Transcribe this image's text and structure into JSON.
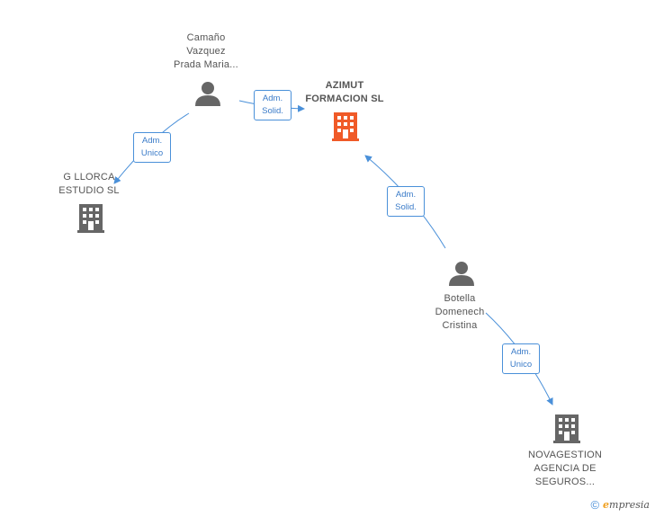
{
  "nodes": {
    "main_company": {
      "label": "AZIMUT\nFORMACION SL",
      "type": "company",
      "color": "#f05a28"
    },
    "person_camano": {
      "label": "Camaño\nVazquez\nPrada Maria...",
      "type": "person"
    },
    "company_llorca": {
      "label": "G LLORCA\nESTUDIO SL",
      "type": "company"
    },
    "person_botella": {
      "label": "Botella\nDomenech\nCristina",
      "type": "person"
    },
    "company_novagestion": {
      "label": "NOVAGESTION\nAGENCIA DE\nSEGUROS...",
      "type": "company"
    }
  },
  "edges": {
    "camano_to_azimut": {
      "label": "Adm.\nSolid."
    },
    "camano_to_llorca": {
      "label": "Adm.\nUnico"
    },
    "botella_to_azimut": {
      "label": "Adm.\nSolid."
    },
    "botella_to_novagestion": {
      "label": "Adm.\nUnico"
    }
  },
  "colors": {
    "edge": "#4a90d9",
    "person_icon": "#666666",
    "company_icon": "#666666",
    "highlight_company": "#f05a28"
  },
  "footer": {
    "copyright_symbol": "©",
    "brand_initial": "e",
    "brand_rest": "mpresia"
  }
}
